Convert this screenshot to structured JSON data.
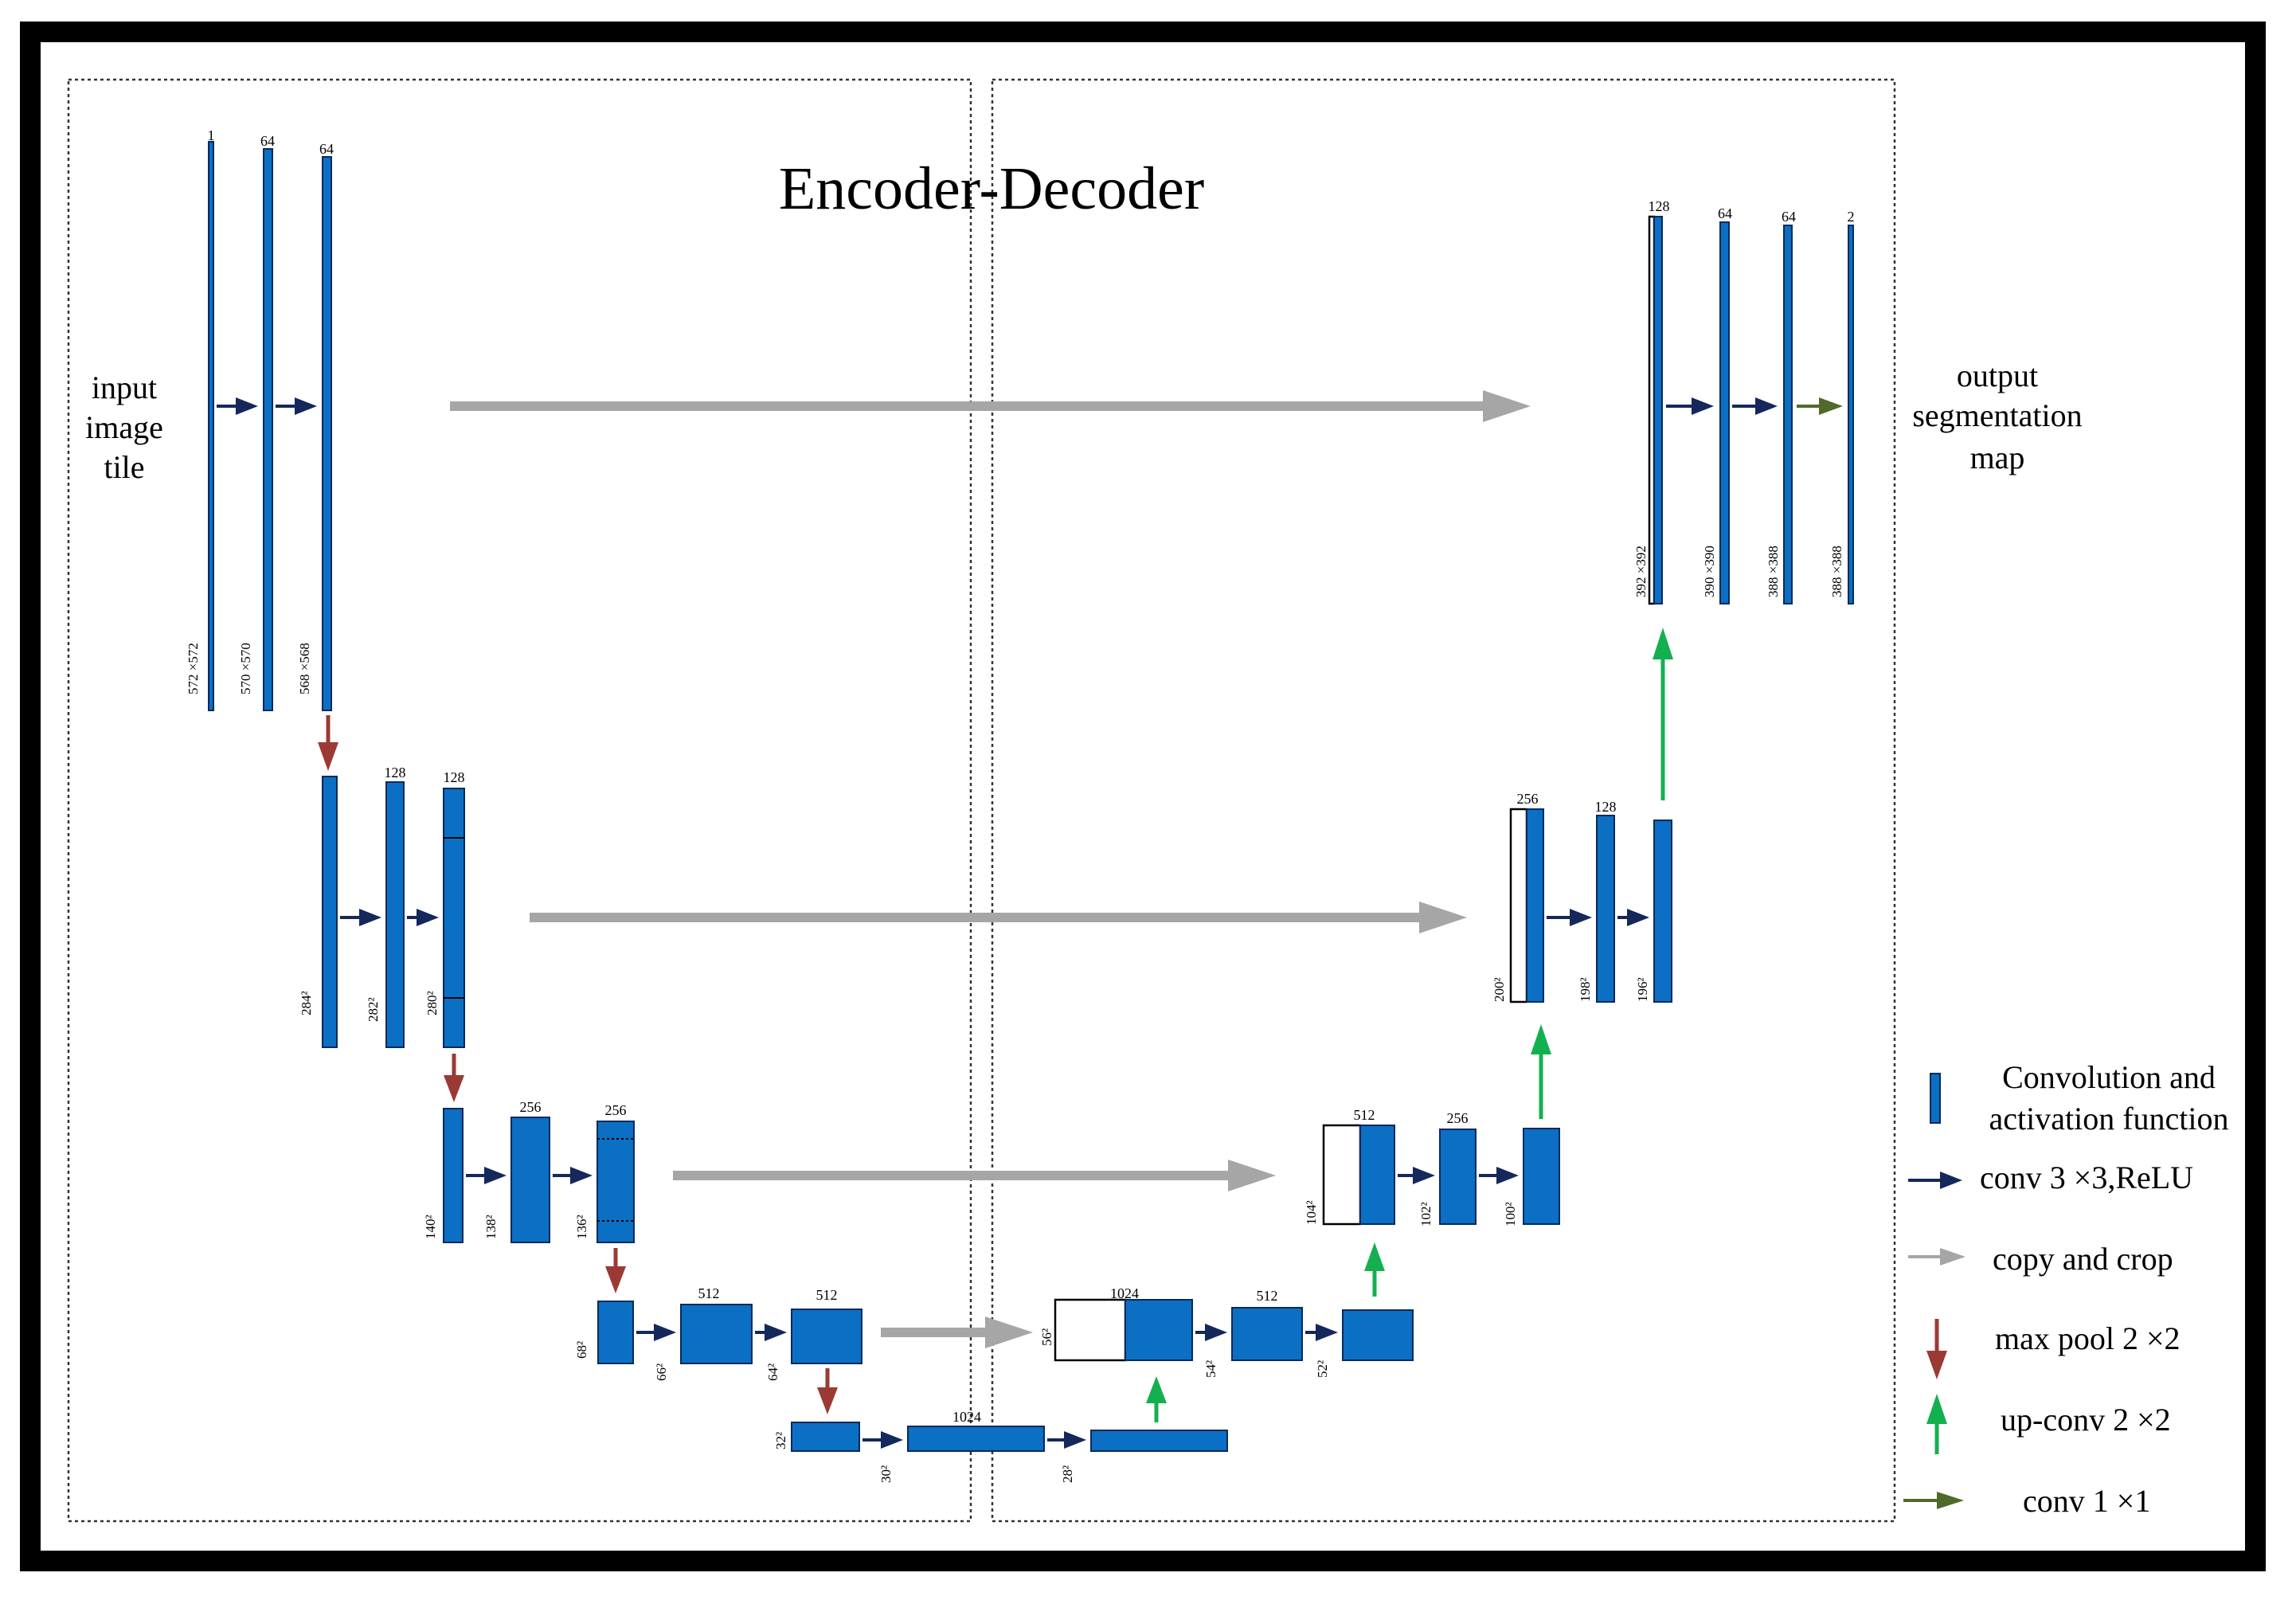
{
  "title": "Encoder-Decoder",
  "input_label": [
    "input",
    "image",
    "tile"
  ],
  "output_label": [
    "output",
    "segmentation",
    "map"
  ],
  "colors": {
    "block": "#0b6fc4",
    "conv_arrow": "#14285c",
    "copy_arrow": "#a6a6a6",
    "pool_arrow": "#9b3a34",
    "upconv_arrow": "#14b050",
    "conv1_arrow": "#4f6a2a"
  },
  "legend": {
    "block": [
      "Convolution and",
      "activation function"
    ],
    "conv": "conv 3 ×3,ReLU",
    "copy": "copy and crop",
    "pool": "max pool 2 ×2",
    "upconv": "up-conv 2 ×2",
    "conv1": "conv 1 ×1"
  },
  "l1": {
    "ch": [
      "1",
      "64",
      "64"
    ],
    "dims": [
      "572 ×572",
      "570 ×570",
      "568 ×568"
    ]
  },
  "l2": {
    "ch": [
      "128",
      "128"
    ],
    "dims": [
      "284²",
      "282²",
      "280²"
    ]
  },
  "l3": {
    "ch": [
      "256",
      "256"
    ],
    "dims": [
      "140²",
      "138²",
      "136²"
    ]
  },
  "l4": {
    "ch": [
      "512",
      "512"
    ],
    "dims": [
      "68²",
      "66²",
      "64²"
    ]
  },
  "l5": {
    "ch": [
      "1024"
    ],
    "dims": [
      "32²",
      "30²",
      "28²"
    ]
  },
  "d4": {
    "ch": [
      "1024",
      "512"
    ],
    "dims": [
      "56²",
      "54²",
      "52²"
    ]
  },
  "d3": {
    "ch": [
      "512",
      "256"
    ],
    "dims": [
      "104²",
      "102²",
      "100²"
    ]
  },
  "d2": {
    "ch": [
      "256",
      "128"
    ],
    "dims": [
      "200²",
      "198²",
      "196²"
    ]
  },
  "d1": {
    "ch": [
      "128",
      "64",
      "64",
      "2"
    ],
    "dims": [
      "392 ×392",
      "390 ×390",
      "388 ×388",
      "388 ×388"
    ]
  }
}
